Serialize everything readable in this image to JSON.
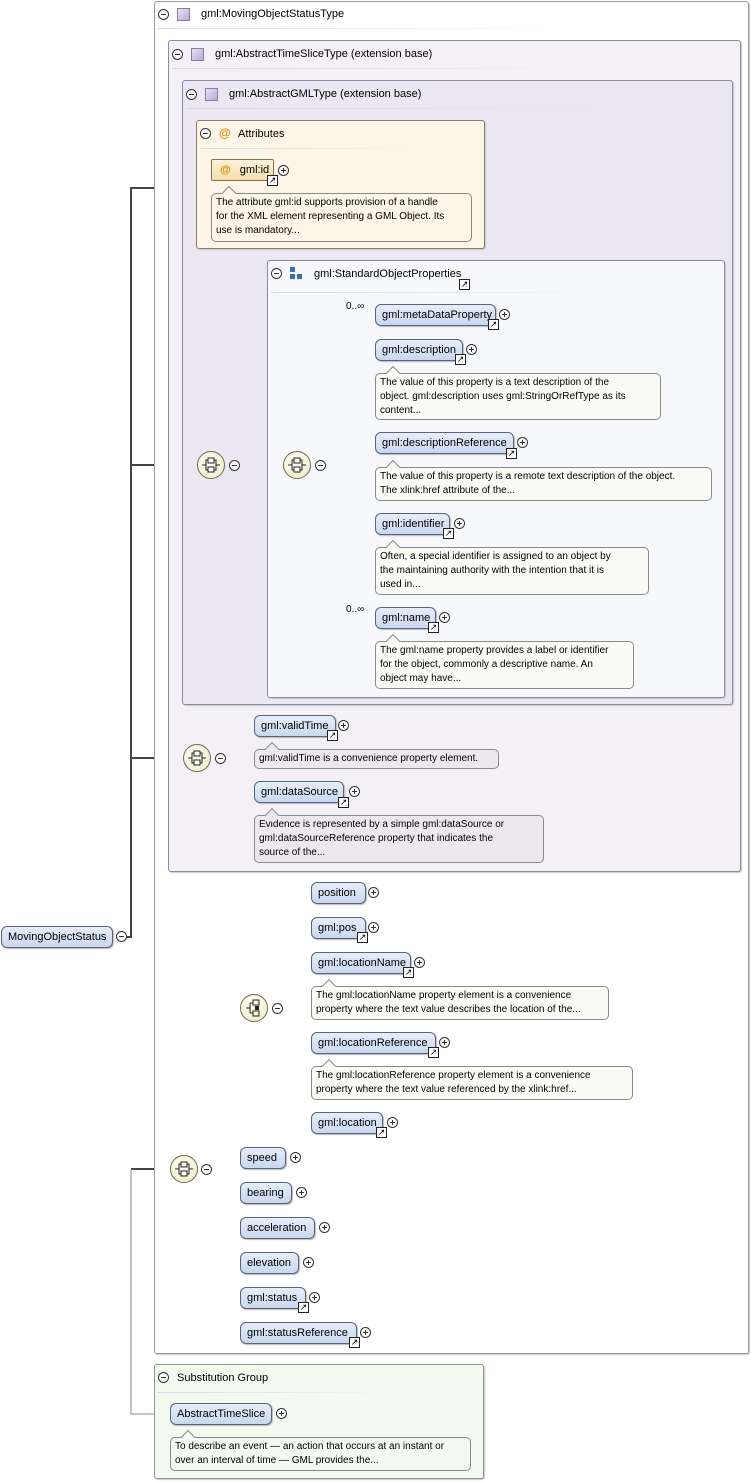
{
  "root": {
    "label": "MovingObjectStatus"
  },
  "type_frame": {
    "title": "gml:MovingObjectStatusType"
  },
  "time_slice": {
    "title": "gml:AbstractTimeSliceType (extension base)"
  },
  "gml_type": {
    "title": "gml:AbstractGMLType (extension base)"
  },
  "attributes": {
    "title": "Attributes",
    "id_label": "gml:id",
    "id_doc": [
      "The attribute gml:id supports provision of a handle",
      "for the XML element representing a GML Object. Its",
      "use is mandatory..."
    ]
  },
  "std_props": {
    "title": "gml:StandardObjectProperties",
    "items": [
      {
        "label": "gml:metaDataProperty",
        "card": "0..∞",
        "doc": []
      },
      {
        "label": "gml:description",
        "card": "",
        "doc": [
          "The value of this property is a text description of the",
          "object. gml:description uses gml:StringOrRefType as its",
          "content..."
        ]
      },
      {
        "label": "gml:descriptionReference",
        "card": "",
        "doc": [
          "The value of this property is a remote text description of the object.",
          "The xlink:href attribute of the..."
        ]
      },
      {
        "label": "gml:identifier",
        "card": "",
        "doc": [
          "Often, a special identifier is assigned to an object by",
          "the maintaining authority with the intention that it is",
          "used in..."
        ]
      },
      {
        "label": "gml:name",
        "card": "0..∞",
        "doc": [
          "The gml:name property provides a label or identifier",
          "for the object, commonly a descriptive name. An",
          "object may have..."
        ]
      }
    ]
  },
  "slice_props": {
    "valid_time": {
      "label": "gml:validTime",
      "doc": "gml:validTime is a convenience property element."
    },
    "data_source": {
      "label": "gml:dataSource",
      "doc": [
        "Evidence is represented by a simple gml:dataSource or",
        "gml:dataSourceReference property that indicates the",
        "source of the..."
      ]
    }
  },
  "location_choice": {
    "items": [
      {
        "label": "position",
        "doc": []
      },
      {
        "label": "gml:pos",
        "doc": []
      },
      {
        "label": "gml:locationName",
        "doc": [
          "The gml:locationName property element is a convenience",
          "property where the text value describes the location of the..."
        ]
      },
      {
        "label": "gml:locationReference",
        "doc": [
          "The gml:locationReference property element is a convenience",
          "property where the text value referenced by the xlink:href..."
        ]
      },
      {
        "label": "gml:location",
        "doc": []
      }
    ]
  },
  "own_props": [
    "speed",
    "bearing",
    "acceleration",
    "elevation",
    "gml:status",
    "gml:statusReference"
  ],
  "substitution": {
    "title": "Substitution Group",
    "label": "AbstractTimeSlice",
    "doc": [
      "To describe an event — an action that occurs at an instant or",
      "over an interval of time — GML provides the..."
    ]
  },
  "colors": {
    "element_fill": "#d8e3f5",
    "attr_fill": "#fdf6e8",
    "type_fill": "#f3f0f8",
    "subst_fill": "#f3fbf1"
  },
  "icons": [
    "collapse-icon",
    "expand-icon",
    "complex-type-icon",
    "attribute-icon",
    "group-icon",
    "sequence-icon",
    "choice-icon",
    "reference-arrow-icon"
  ]
}
